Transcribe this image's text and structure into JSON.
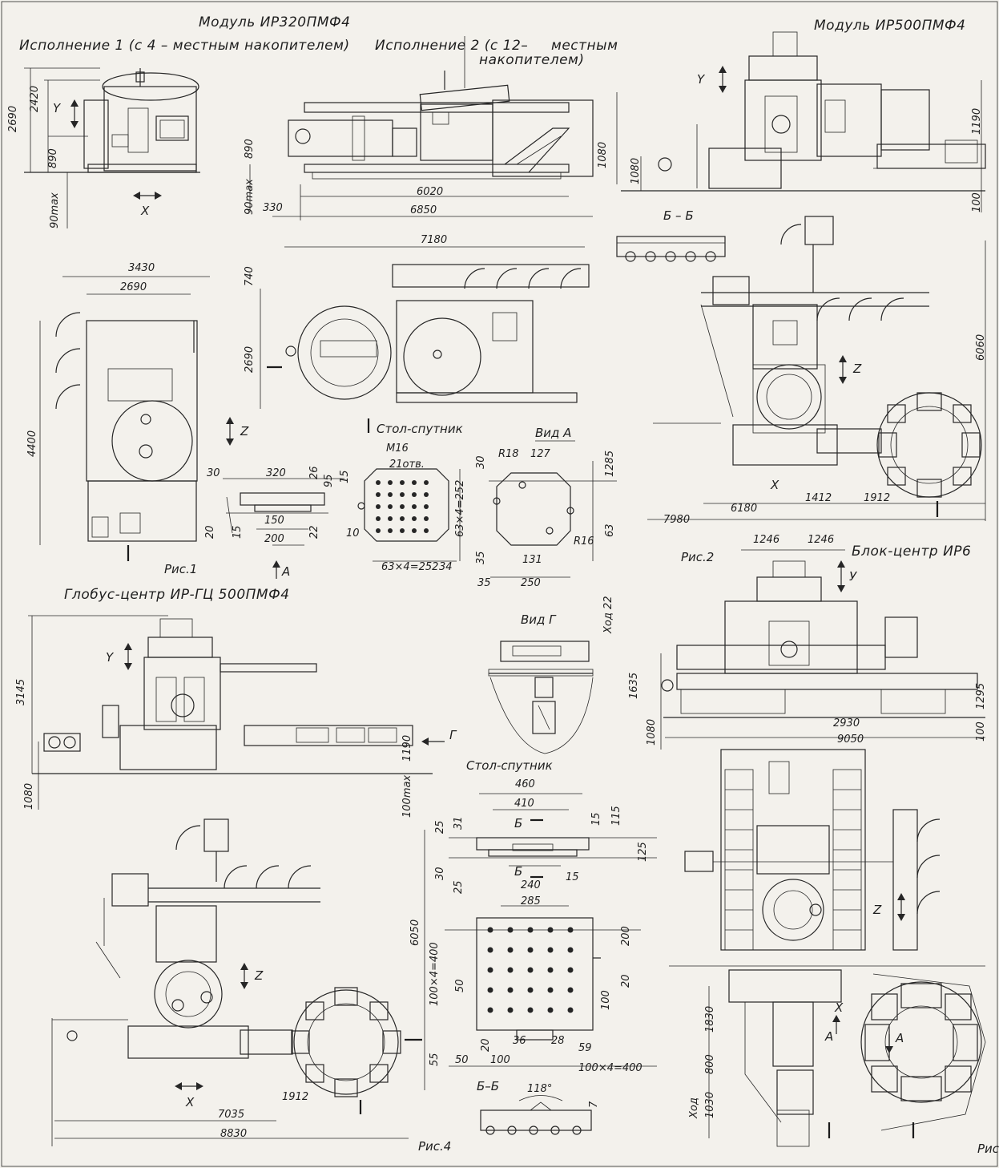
{
  "titles": {
    "module_320": "Модуль ИР320ПМФ4",
    "variant1": "Исполнение 1 (с 4 – местным накопителем)",
    "variant2": "Исполнение 2 (с 12–",
    "variant2_cont_a": "местным",
    "variant2_cont_b": "накопителем)",
    "module_500": "Модуль ИР500ПМФ4",
    "globe_center": "Глобус-центр ИР-ГЦ 500ПМФ4",
    "block_center": "Блок-центр ИР6",
    "pallet_table1": "Стол-спутник",
    "pallet_table2": "Стол-спутник",
    "view_a": "Вид А",
    "view_g": "Вид Г",
    "section_bb_top": "Б – Б",
    "section_bb_bottom": "Б–Б"
  },
  "figures": {
    "fig1": "Рис.1",
    "fig2": "Рис.2",
    "fig4": "Рис.4",
    "fig_edge": "Рис"
  },
  "axes": {
    "y1": "Y",
    "x1": "X",
    "z1": "Z",
    "y2": "Y",
    "z2": "Z",
    "x2": "X",
    "y3": "Y",
    "z3": "Z",
    "x3": "X",
    "y4": "У",
    "z4": "Z",
    "x4": "X",
    "arrow_a1": "А",
    "arrow_g": "Г",
    "arrow_b1": "Б",
    "arrow_b2": "Б",
    "arrow_a2": "А",
    "arrow_a3": "А"
  },
  "dimensions": {
    "m320_h1": "2690",
    "m320_h2": "2420",
    "m320_h3": "890",
    "m320_h4": "90max",
    "v2_h1": "890",
    "v2_h2": "90max",
    "v2_330": "330",
    "v2_6020": "6020",
    "v2_6850": "6850",
    "v2_1080": "1080",
    "m500_1190": "1190",
    "m500_1080": "1080",
    "m500_100": "100",
    "p1_3430": "3430",
    "p1_2690": "2690",
    "p1_4400": "4400",
    "p2_7180": "7180",
    "p2_740": "740",
    "p2_2690": "2690",
    "p3_6060": "6060",
    "p3_7980": "7980",
    "p3_6180": "6180",
    "p3_1412": "1412",
    "p3_1912": "1912",
    "t_30": "30",
    "t_320": "320",
    "t_26": "26",
    "t_95": "95",
    "t_15a": "15",
    "t_150": "150",
    "t_20": "20",
    "t_15b": "15",
    "t_200": "200",
    "t_22": "22",
    "a_m16": "М16",
    "a_21": "21отв.",
    "a_10": "10",
    "a_63x4": "63×4=252",
    "a_63x4v": "63×4=252",
    "a_34": "34",
    "v_r18": "R18",
    "v_127": "127",
    "v_30": "30",
    "v_1285": "1285",
    "v_63": "63",
    "v_r16": "R16",
    "v_131": "131",
    "v_35a": "35",
    "v_35b": "35",
    "v_250": "250",
    "g_hod22": "Ход 22",
    "gc_3145": "3145",
    "gc_1190": "1190",
    "gc_1080": "1080",
    "gc_100": "100max",
    "bc_1246a": "1246",
    "bc_1246b": "1246",
    "bc_1635": "1635",
    "bc_1080": "1080",
    "bc_2930": "2930",
    "bc_9050": "9050",
    "bc_1295": "1295",
    "bc_100": "100",
    "st_460": "460",
    "st_410": "410",
    "st_25a": "25",
    "st_31": "31",
    "st_15": "15",
    "st_115": "115",
    "st_125": "125",
    "st_30": "30",
    "st_25b": "25",
    "st_15b": "15",
    "st_240": "240",
    "st_285": "285",
    "st_6050": "6050",
    "st_200": "200",
    "st_20": "20",
    "st_100": "100",
    "st_100x4v": "100×4=400",
    "st_50v": "50",
    "st_55": "55",
    "st_20b": "20",
    "st_36": "36",
    "st_28": "28",
    "st_50": "50",
    "st_100b": "100",
    "st_59": "59",
    "st_100x4": "100×4=400",
    "bb_118": "118°",
    "bb_7": "7",
    "gp_7035": "7035",
    "gp_1912": "1912",
    "gp_8830": "8830",
    "bp_1830": "1830",
    "bp_800": "800",
    "bp_hod": "Ход",
    "bp_1030": "1030"
  }
}
